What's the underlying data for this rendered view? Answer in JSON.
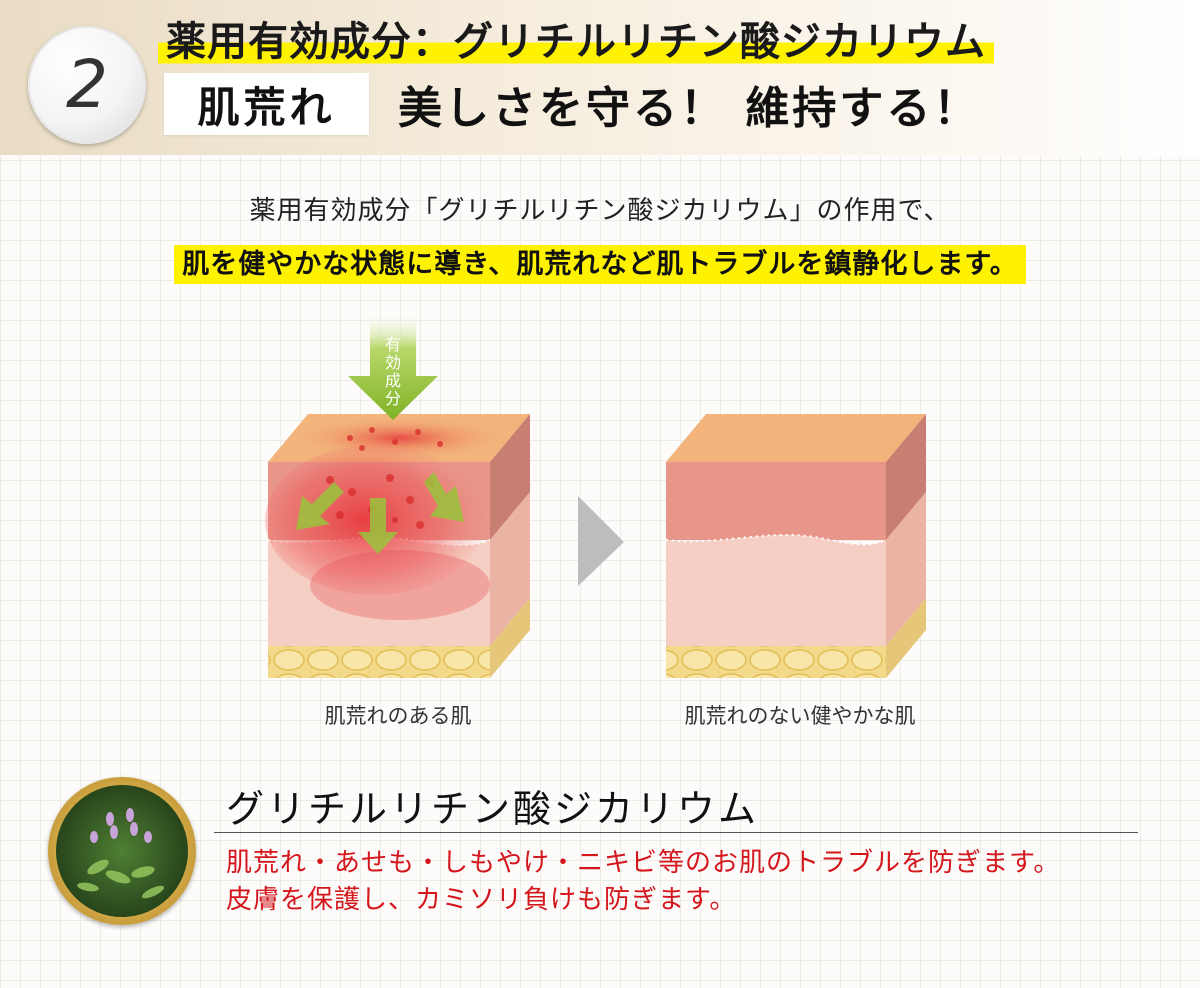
{
  "header": {
    "step_number": "2",
    "line1": "薬用有効成分：グリチルリチン酸ジカリウム",
    "tag": "肌荒れ",
    "line2": "美しさを守る！ 維持する！"
  },
  "intro": {
    "line1": "薬用有効成分「グリチルリチン酸ジカリウム」の作用で、",
    "line2": "肌を健やかな状態に導き、肌荒れなど肌トラブルを鎮静化します。"
  },
  "diagram": {
    "arrow_label_chars": [
      "有",
      "効",
      "成",
      "分"
    ],
    "before_caption": "肌荒れのある肌",
    "after_caption": "肌荒れのない健やかな肌"
  },
  "ingredient": {
    "name": "グリチルリチン酸ジカリウム",
    "desc_line1": "肌荒れ・あせも・しもやけ・ニキビ等のお肌のトラブルを防ぎます。",
    "desc_line2": "皮膚を保護し、カミソリ負けも防ぎます。"
  },
  "colors": {
    "highlight": "#fff200",
    "accent_red": "#d4161d",
    "arrow_green": "#8cbd2a",
    "skin_top": "#f2b47a",
    "skin_epidermis": "#e8958a",
    "skin_dermis": "#f6cfc4",
    "fat_layer": "#f2d98a"
  }
}
